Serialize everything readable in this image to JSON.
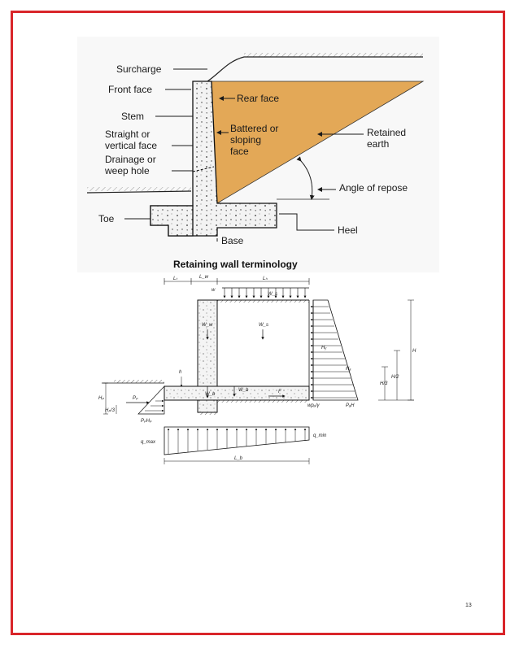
{
  "figure1": {
    "labels": {
      "surcharge": "Surcharge",
      "front_face": "Front face",
      "stem": "Stem",
      "straight_1": "Straight or",
      "straight_2": "vertical face",
      "drainage_1": "Drainage or",
      "drainage_2": "weep hole",
      "toe": "Toe",
      "rear_face": "Rear face",
      "battered_1": "Battered or",
      "battered_2": "sloping",
      "battered_3": "face",
      "retained_1": "Retained",
      "retained_2": "earth",
      "angle_of_repose": "Angle of repose",
      "heel": "Heel",
      "base": "Base"
    },
    "caption": "Retaining wall terminology",
    "colors": {
      "earth": "#e3a857",
      "wall": "#f2f2f2",
      "ink": "#1a1a1a"
    }
  },
  "figure2": {
    "labels": {
      "lt": "Lₜ",
      "lw": "L_w",
      "lh": "Lₕ",
      "w": "w",
      "ws": "W_s",
      "ww": "W_w",
      "ws2": "W_s",
      "h": "H",
      "hp": "h",
      "hy": "Hᵧ",
      "ha": "Hₐ",
      "h2": "H/2",
      "h3": "H/3",
      "wb": "W_b",
      "wb2": "W_b",
      "f": "F",
      "hp_left": "Hₚ",
      "hp3": "Hₚ/3",
      "pp": "Pₚ",
      "pphp": "PₚHₚ",
      "wpa": "wpₐ/γ",
      "pah": "PₐH",
      "qmax": "q_max",
      "qmin": "q_min",
      "lb": "L_b"
    }
  },
  "page_number": "13"
}
